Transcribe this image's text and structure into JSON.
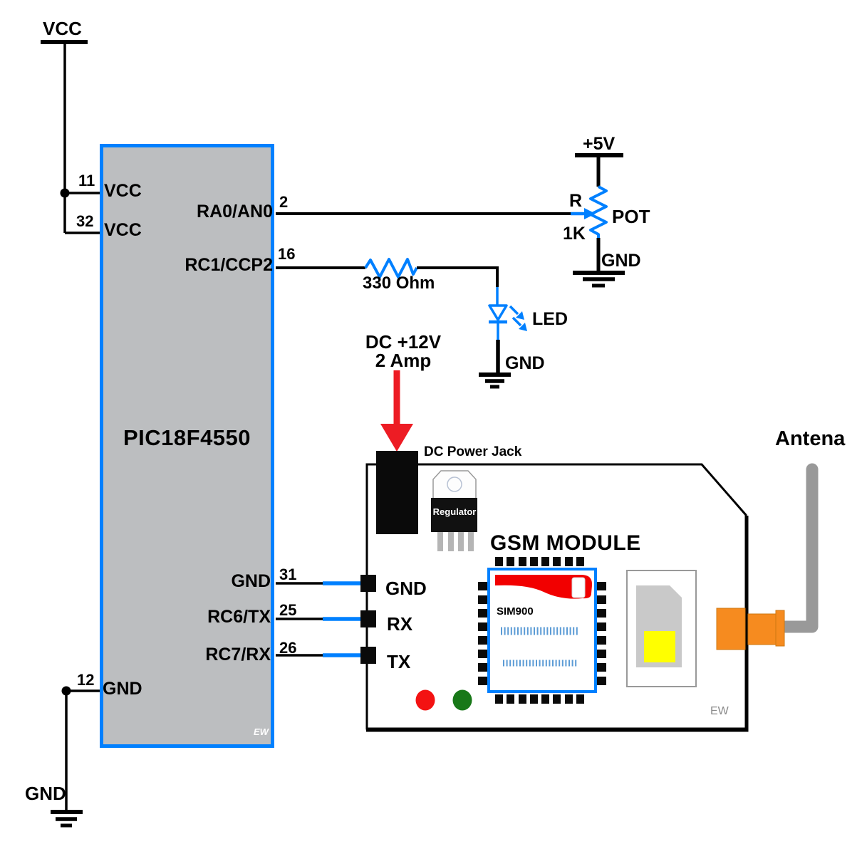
{
  "colors": {
    "wire_blue": "#0080FF",
    "mcu_fill": "#BCBEC0",
    "mcu_border": "#0080FF",
    "arrow_red": "#ED1C24",
    "logo_red": "#F20000",
    "connector_orange": "#F68B1F",
    "antenna_gray": "#999999",
    "led_red": "#F31212",
    "led_green": "#187818",
    "sim_contact_yellow": "#FFFF00"
  },
  "mcu": {
    "name": "PIC18F4550",
    "watermark": "EW",
    "left_pins": [
      {
        "num": "11",
        "label": "VCC"
      },
      {
        "num": "32",
        "label": "VCC"
      },
      {
        "num": "12",
        "label": "GND"
      }
    ],
    "right_pins": [
      {
        "num": "2",
        "label": "RA0/AN0"
      },
      {
        "num": "16",
        "label": "RC1/CCP2"
      },
      {
        "num": "31",
        "label": "GND"
      },
      {
        "num": "25",
        "label": "RC6/TX"
      },
      {
        "num": "26",
        "label": "RC7/RX"
      }
    ]
  },
  "power": {
    "vcc_rail": "VCC",
    "pot_supply": "+5V",
    "pot_gnd": "GND",
    "led_gnd": "GND",
    "bottom_gnd": "GND",
    "dc_supply_line1": "DC +12V",
    "dc_supply_line2": "2 Amp"
  },
  "potentiometer": {
    "ref": "R",
    "value": "1K",
    "label": "POT"
  },
  "resistor": {
    "value": "330 Ohm"
  },
  "led": {
    "label": "LED"
  },
  "gsm_board": {
    "title": "GSM MODULE",
    "jack_label": "DC Power Jack",
    "regulator_label": "Regulator",
    "chip_name": "SIM900",
    "pin_labels": [
      "GND",
      "RX",
      "TX"
    ],
    "antenna_label": "Antena",
    "watermark": "EW"
  }
}
